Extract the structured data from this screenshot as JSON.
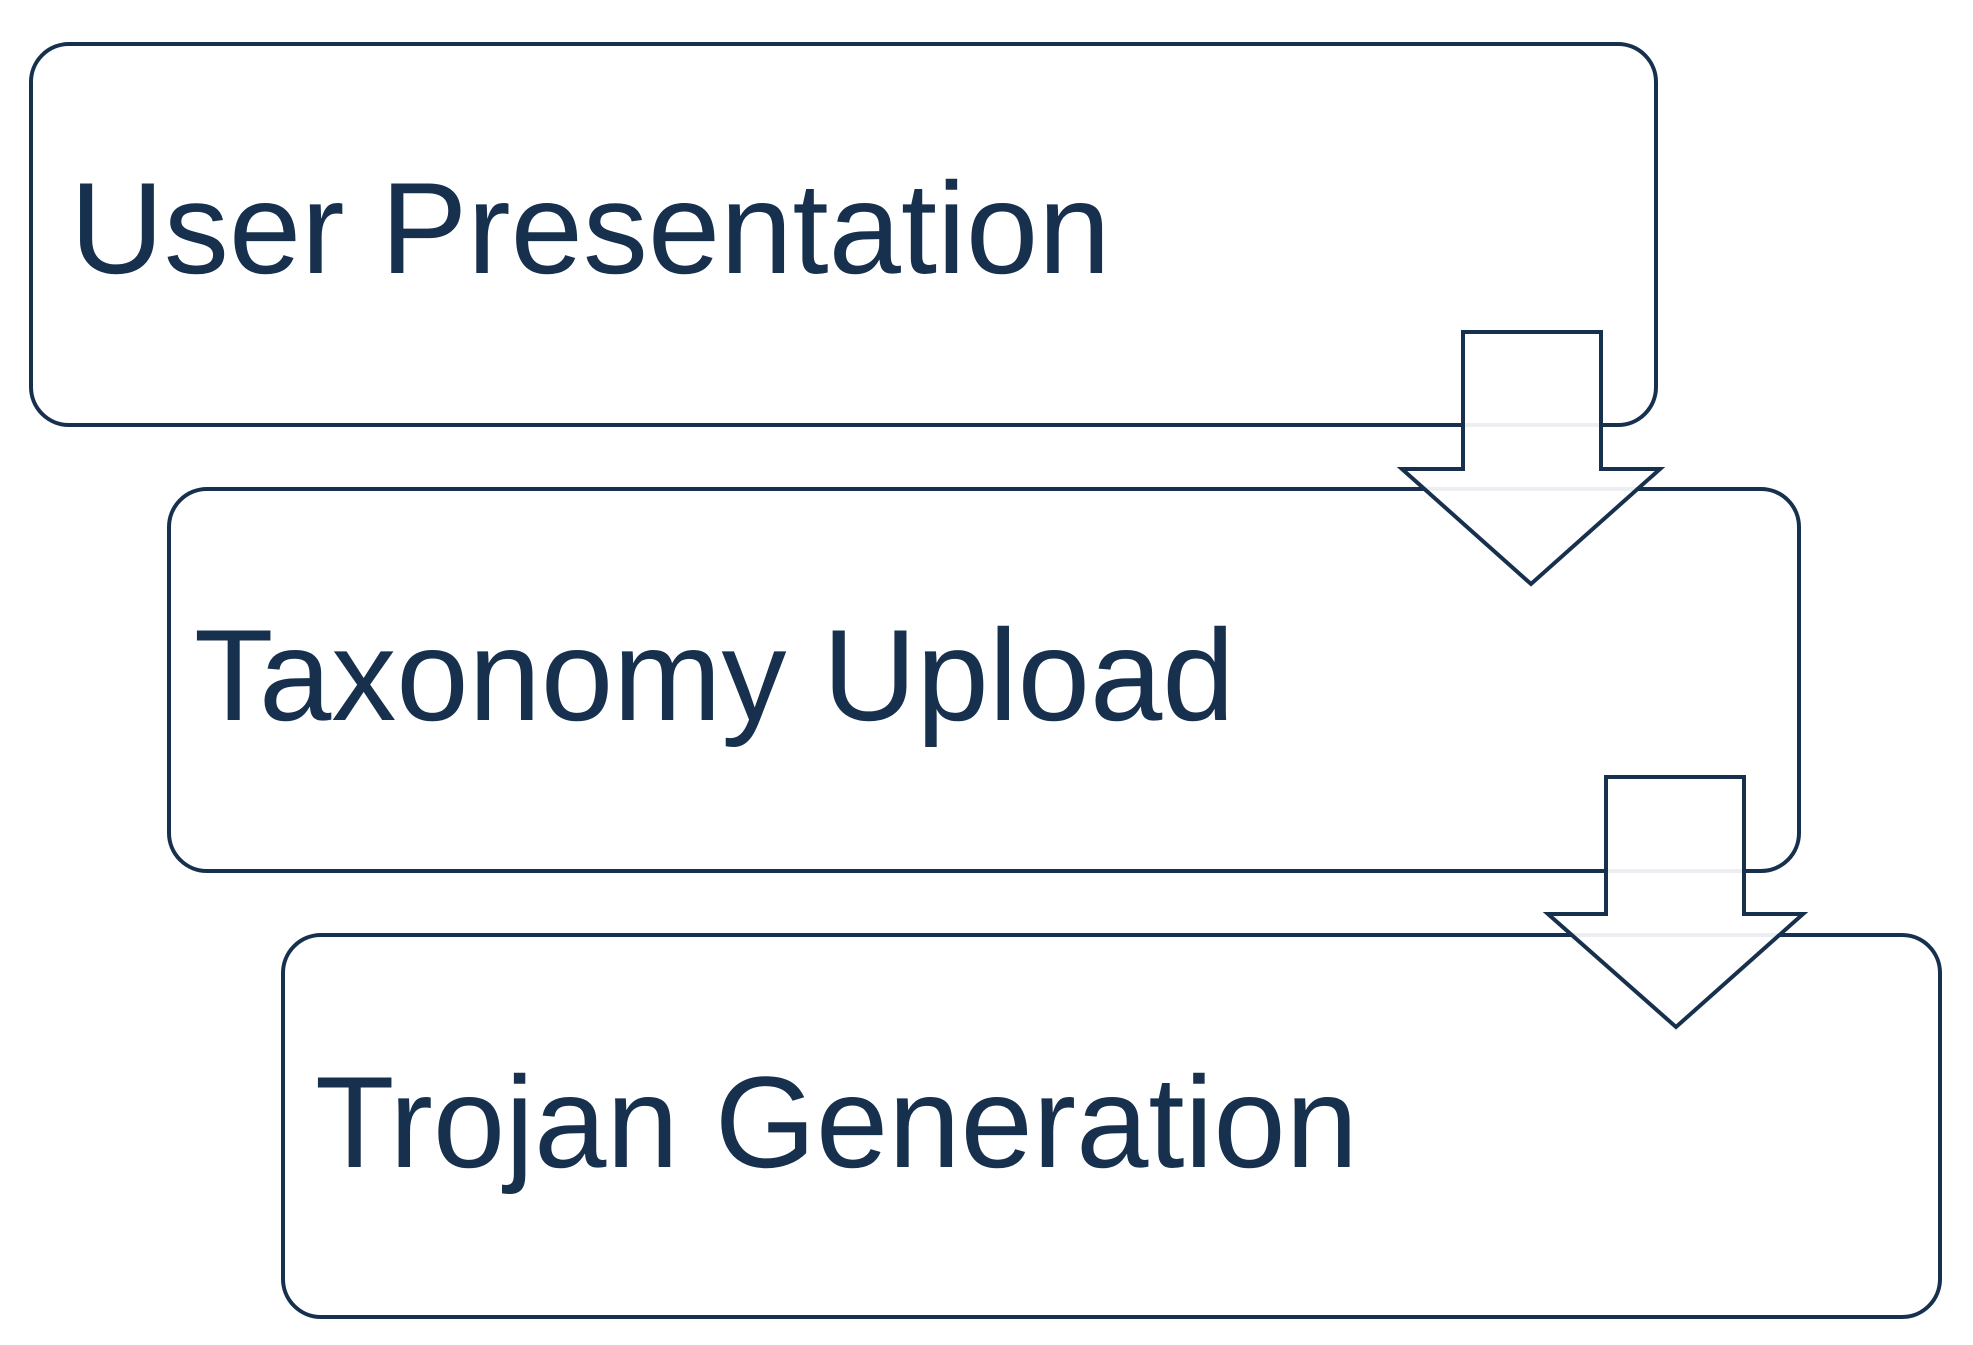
{
  "diagram": {
    "type": "flowchart",
    "direction": "top-to-bottom-staircase",
    "background_color": "#ffffff",
    "box_fill": "#ffffff",
    "accent_color": "#17304e",
    "steps": [
      {
        "label": "User Presentation"
      },
      {
        "label": "Taxonomy Upload"
      },
      {
        "label": "Trojan Generation"
      }
    ],
    "connectors": [
      {
        "from": "User Presentation",
        "to": "Taxonomy Upload",
        "shape": "block-arrow-down"
      },
      {
        "from": "Taxonomy Upload",
        "to": "Trojan Generation",
        "shape": "block-arrow-down"
      }
    ]
  }
}
